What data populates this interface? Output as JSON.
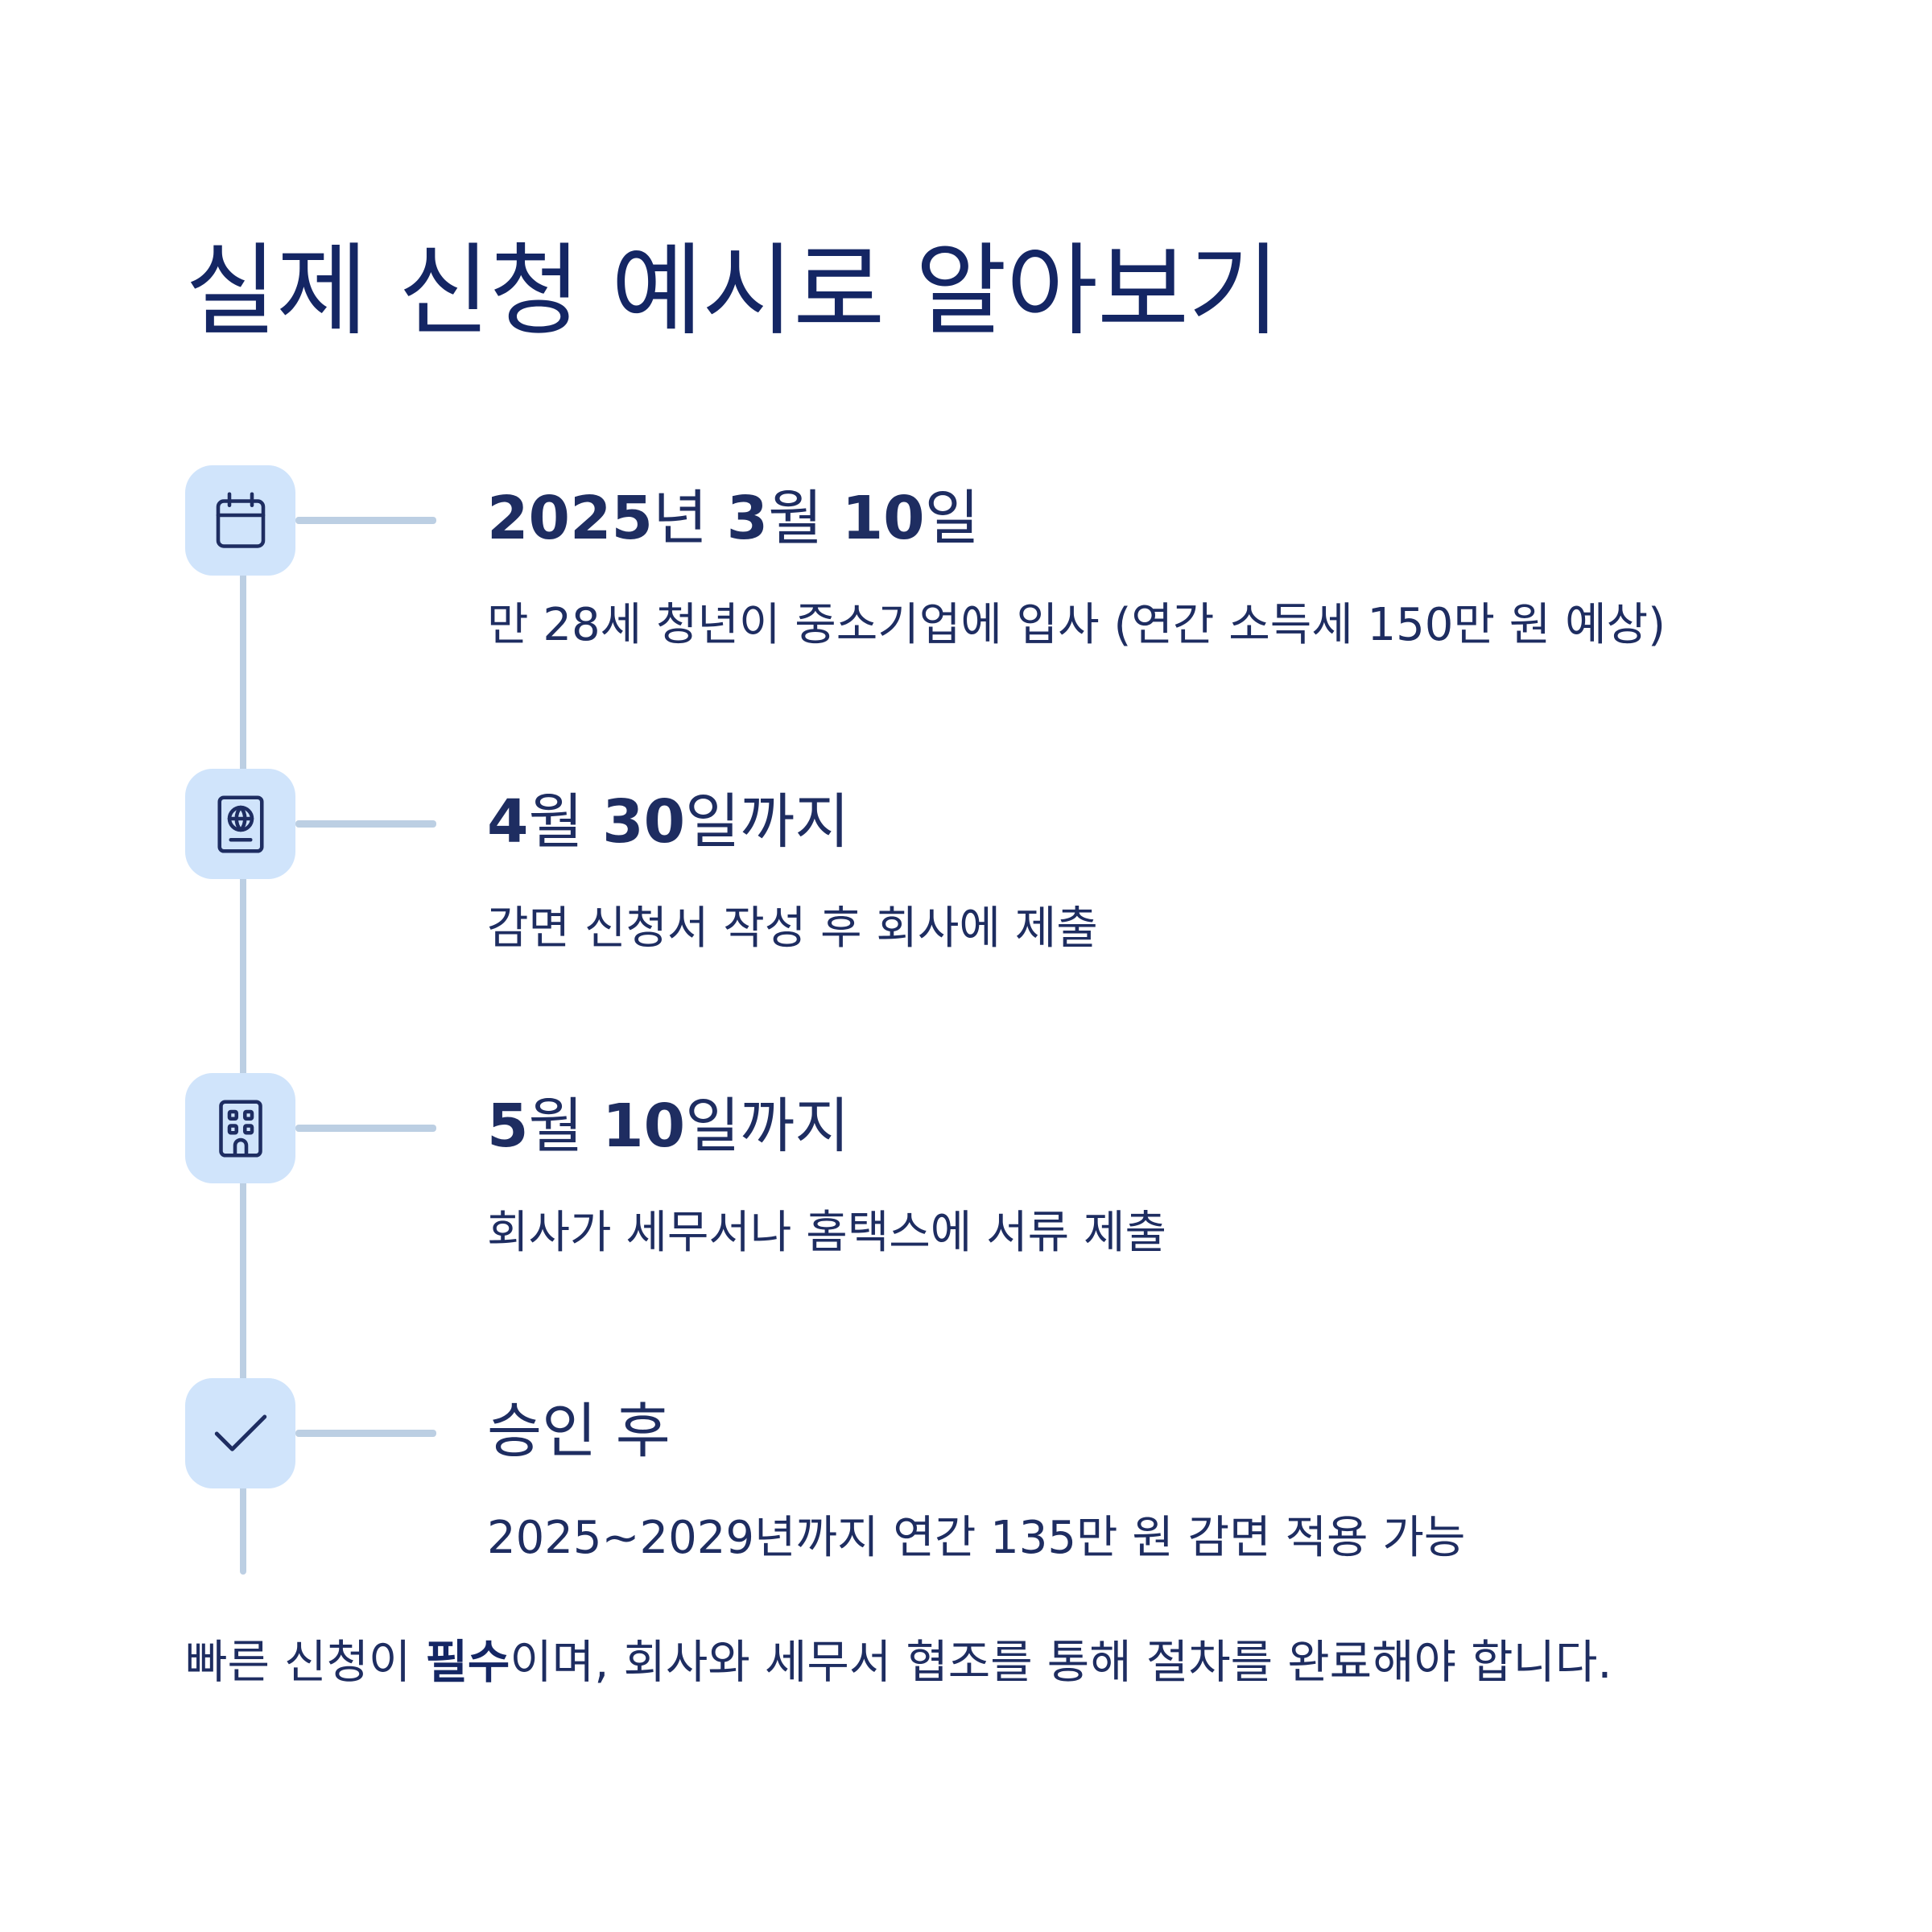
{
  "title": "실제 신청 예시로 알아보기",
  "steps": [
    {
      "icon": "calendar-icon",
      "heading_bold": "2025",
      "heading_parts": [
        "2025",
        "년 ",
        "3",
        "월 ",
        "10",
        "일"
      ],
      "description": "만 28세 청년이 중소기업에 입사 (연간 소득세 150만 원 예상)"
    },
    {
      "icon": "passport-icon",
      "heading_parts": [
        "4",
        "월 ",
        "30",
        "일까지"
      ],
      "description": "감면 신청서 작성 후 회사에 제출"
    },
    {
      "icon": "building-icon",
      "heading_parts": [
        "5",
        "월 ",
        "10",
        "일까지"
      ],
      "description": "회사가 세무서나 홈택스에 서류 제출"
    },
    {
      "icon": "checkmark-icon",
      "heading_parts": [
        "승인 후"
      ],
      "description": "2025~2029년까지 연간 135만 원 감면 적용 가능"
    }
  ],
  "footer": {
    "before": "빠른 신청이 ",
    "emphasis": "필수",
    "after": "이며, 회사와 세무서 협조를 통해 절차를 완료해야 합니다."
  },
  "colors": {
    "title": "#142664",
    "text": "#1e2d61",
    "icon_bg": "#d0e4fb",
    "line": "#bccfe3"
  }
}
